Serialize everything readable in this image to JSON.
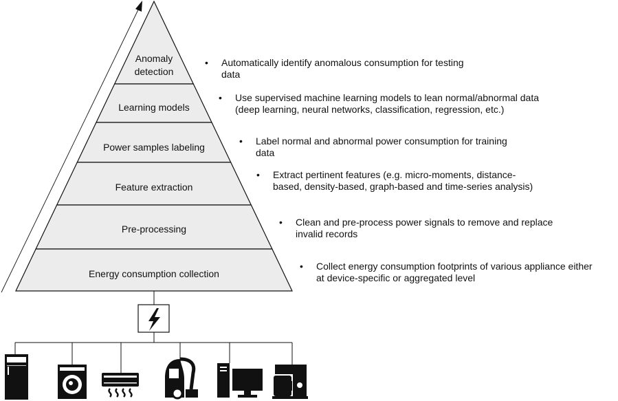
{
  "pyramid": {
    "layers": [
      {
        "label_lines": [
          "Anomaly",
          "detection"
        ],
        "bullet_lines": [
          "Automatically identify anomalous consumption for testing",
          "data"
        ]
      },
      {
        "label_lines": [
          "Learning models"
        ],
        "bullet_lines": [
          "Use supervised machine learning models to lean normal/abnormal data",
          "(deep learning, neural networks, classification, regression, etc.)"
        ]
      },
      {
        "label_lines": [
          "Power samples labeling"
        ],
        "bullet_lines": [
          "Label normal and abnormal power consumption for training",
          "data"
        ]
      },
      {
        "label_lines": [
          "Feature extraction"
        ],
        "bullet_lines": [
          "Extract pertinent features (e.g. micro-moments, distance-",
          "based, density-based, graph-based and time-series analysis)"
        ]
      },
      {
        "label_lines": [
          "Pre-processing"
        ],
        "bullet_lines": [
          "Clean and pre-process power signals to remove and replace",
          "invalid records"
        ]
      },
      {
        "label_lines": [
          "Energy consumption collection"
        ],
        "bullet_lines": [
          "Collect energy consumption footprints of various appliance either",
          "at device-specific or aggregated level"
        ]
      }
    ],
    "bullet_symbol": "•"
  },
  "power_source": {
    "icon": "lightning-bolt-icon"
  },
  "appliances": [
    {
      "icon": "refrigerator-icon"
    },
    {
      "icon": "washing-machine-icon"
    },
    {
      "icon": "air-conditioner-icon"
    },
    {
      "icon": "vacuum-cleaner-icon"
    },
    {
      "icon": "desktop-computer-icon"
    },
    {
      "icon": "coffee-machine-icon"
    }
  ],
  "colors": {
    "layer_fill": "#ececec",
    "stroke": "#111111",
    "icon": "#111111"
  }
}
